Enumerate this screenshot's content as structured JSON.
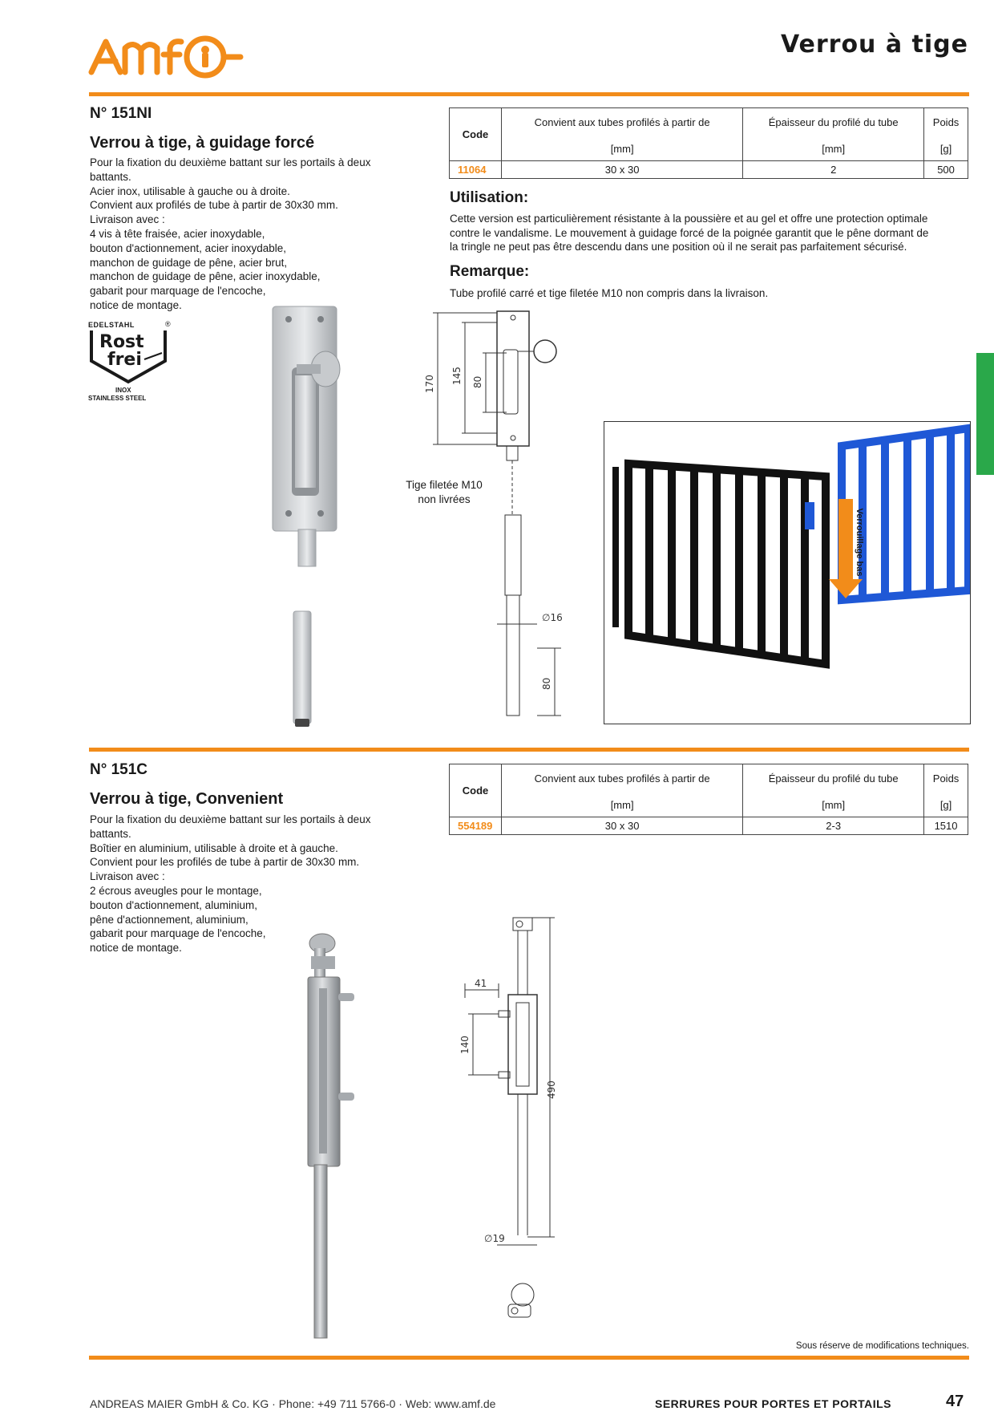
{
  "header": {
    "logo_text": "AMF",
    "page_title": "Verrou à tige"
  },
  "side_tab_color": "#2aa84a",
  "accent_color": "#f28c1a",
  "product1": {
    "code": "N° 151NI",
    "title": "Verrou à tige, à guidage forcé",
    "description": [
      "Pour la fixation du deuxième battant sur les portails à deux",
      "battants.",
      "Acier inox, utilisable à gauche ou à droite.",
      "Convient aux profilés de tube à partir de 30x30 mm.",
      "Livraison avec :",
      "4 vis à tête fraisée, acier inoxydable,",
      "bouton d'actionnement, acier inoxydable,",
      "manchon de guidage de pêne, acier brut,",
      "manchon de guidage de pêne, acier inoxydable,",
      "gabarit pour marquage de l'encoche,",
      "notice de montage."
    ],
    "badge": {
      "top": "EDELSTAHL",
      "reg": "®",
      "line1": "Rost",
      "line2": "frei",
      "bottom1": "INOX",
      "bottom2": "STAINLESS STEEL"
    },
    "table": {
      "headers": [
        "Code",
        "Convient aux tubes profilés à partir de",
        "Épaisseur du profilé du tube",
        "Poids"
      ],
      "units": [
        "[mm]",
        "[mm]",
        "[g]"
      ],
      "rows": [
        [
          "11064",
          "30 x 30",
          "2",
          "500"
        ]
      ]
    },
    "utilisation_heading": "Utilisation:",
    "utilisation_lines": [
      "Cette version est particulièrement résistante à la poussière et au gel et offre une protection optimale",
      "contre le vandalisme. Le mouvement à guidage forcé de la poignée garantit que le pêne dormant de",
      "la tringle ne peut pas être descendu dans une position où il ne serait pas parfaitement sécurisé."
    ],
    "remarque_heading": "Remarque:",
    "remarque_text": "Tube profilé carré et tige filetée M10 non compris dans la livraison.",
    "drawing": {
      "dim_170": "170",
      "dim_145": "145",
      "dim_80": "80",
      "dim_16": "∅16",
      "dim_80b": "80",
      "note_line1": "Tige filetée M10",
      "note_line2": "non livrées"
    },
    "gate_label": "Verrouillage bas"
  },
  "product2": {
    "code": "N° 151C",
    "title": "Verrou à tige, Convenient",
    "description": [
      "Pour la fixation du deuxième battant sur les portails à deux",
      "battants.",
      "Boîtier en aluminium, utilisable à droite et à gauche.",
      "Convient pour les profilés de tube à partir de 30x30 mm.",
      "Livraison avec :",
      "2 écrous aveugles pour le montage,",
      "bouton d'actionnement, aluminium,",
      "pêne d'actionnement, aluminium,",
      "gabarit pour marquage de l'encoche,",
      "notice de montage."
    ],
    "table": {
      "headers": [
        "Code",
        "Convient aux tubes profilés à partir de",
        "Épaisseur du profilé du tube",
        "Poids"
      ],
      "units": [
        "[mm]",
        "[mm]",
        "[g]"
      ],
      "rows": [
        [
          "554189",
          "30 x 30",
          "2-3",
          "1510"
        ]
      ]
    },
    "drawing": {
      "dim_41": "41",
      "dim_140": "140",
      "dim_490": "490",
      "dim_19": "∅19"
    }
  },
  "footer": {
    "note": "Sous réserve de modifications techniques.",
    "company": "ANDREAS MAIER GmbH & Co. KG · Phone: +49 711 5766-0 · Web: www.amf.de",
    "section": "SERRURES POUR PORTES ET PORTAILS",
    "page_number": "47"
  }
}
